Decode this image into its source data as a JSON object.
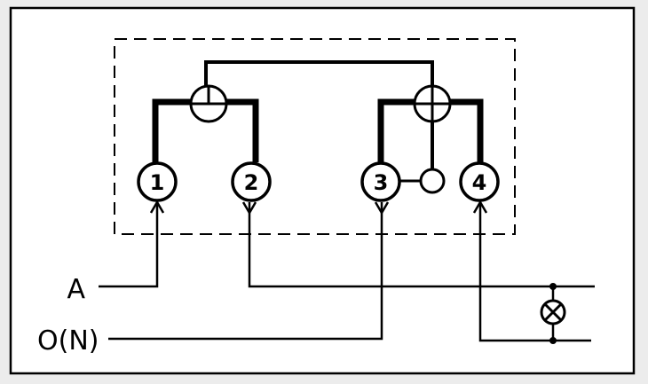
{
  "colors": {
    "background": "#ececec",
    "panel": "#ffffff",
    "line": "#000000"
  },
  "labels": {
    "phase": "A",
    "neutral": "O(N)"
  },
  "terminals": [
    {
      "number": "1"
    },
    {
      "number": "2"
    },
    {
      "number": "3"
    },
    {
      "number": "4"
    }
  ],
  "load_icon": "lamp-icon"
}
